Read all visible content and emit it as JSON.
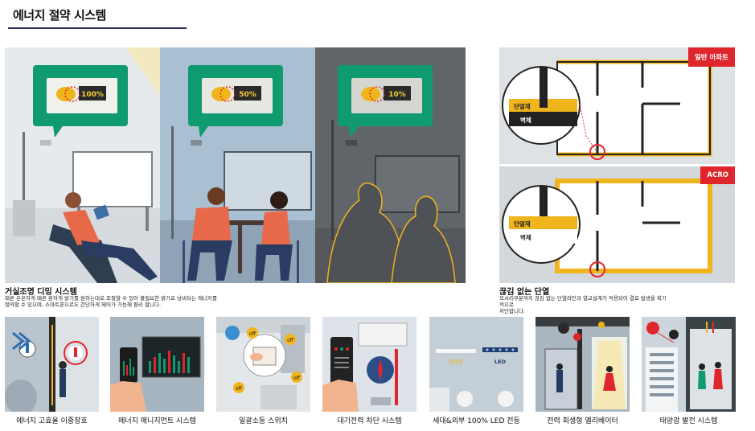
{
  "header": {
    "title": "에너지 절약 시스템"
  },
  "dimming": {
    "levels": [
      "100%",
      "50%",
      "10%"
    ],
    "title": "거실조명 디밍 시스템",
    "desc_line1": "때론 은은하게 때론 환하게 밝기를 원하는대로 조절할 수 있어 불필요한 밝기로 낭비되는 에너지를",
    "desc_line2": "절약할 수 있으며, 스마트폰으로도 간단하게 제어가 가능해 편리 합니다."
  },
  "insulation": {
    "tag_general": "일반 아파트",
    "tag_acro": "ACRO",
    "label_insulation": "단열재",
    "label_wall": "벽체",
    "title": "끊김 없는 단열",
    "desc_line1": "모서리부분까지 끊김 없는 단열라인과 열교설계가 적용되어 결로 발생을 획기",
    "desc_line2": "적으로",
    "desc_line3": "차단합니다."
  },
  "thumbs": {
    "window": "에너지 고효율 이중창호",
    "management": "에너지 매니지먼트 시스템",
    "switch": "일괄소등 스위치",
    "standby": "대기전력 차단 시스템",
    "led": "세대&외부 100% LED 전등",
    "elevator": "전력 회생형 엘리베이터",
    "solar": "태양광 발전 시스템"
  },
  "icon_text": {
    "off": "off",
    "led": "LED",
    "led_kr": "형광등"
  },
  "colors": {
    "accent": "#e0262d",
    "bubble": "#0f9a6f",
    "insulation": "#f0b41c",
    "navy": "#2c2f5e"
  }
}
